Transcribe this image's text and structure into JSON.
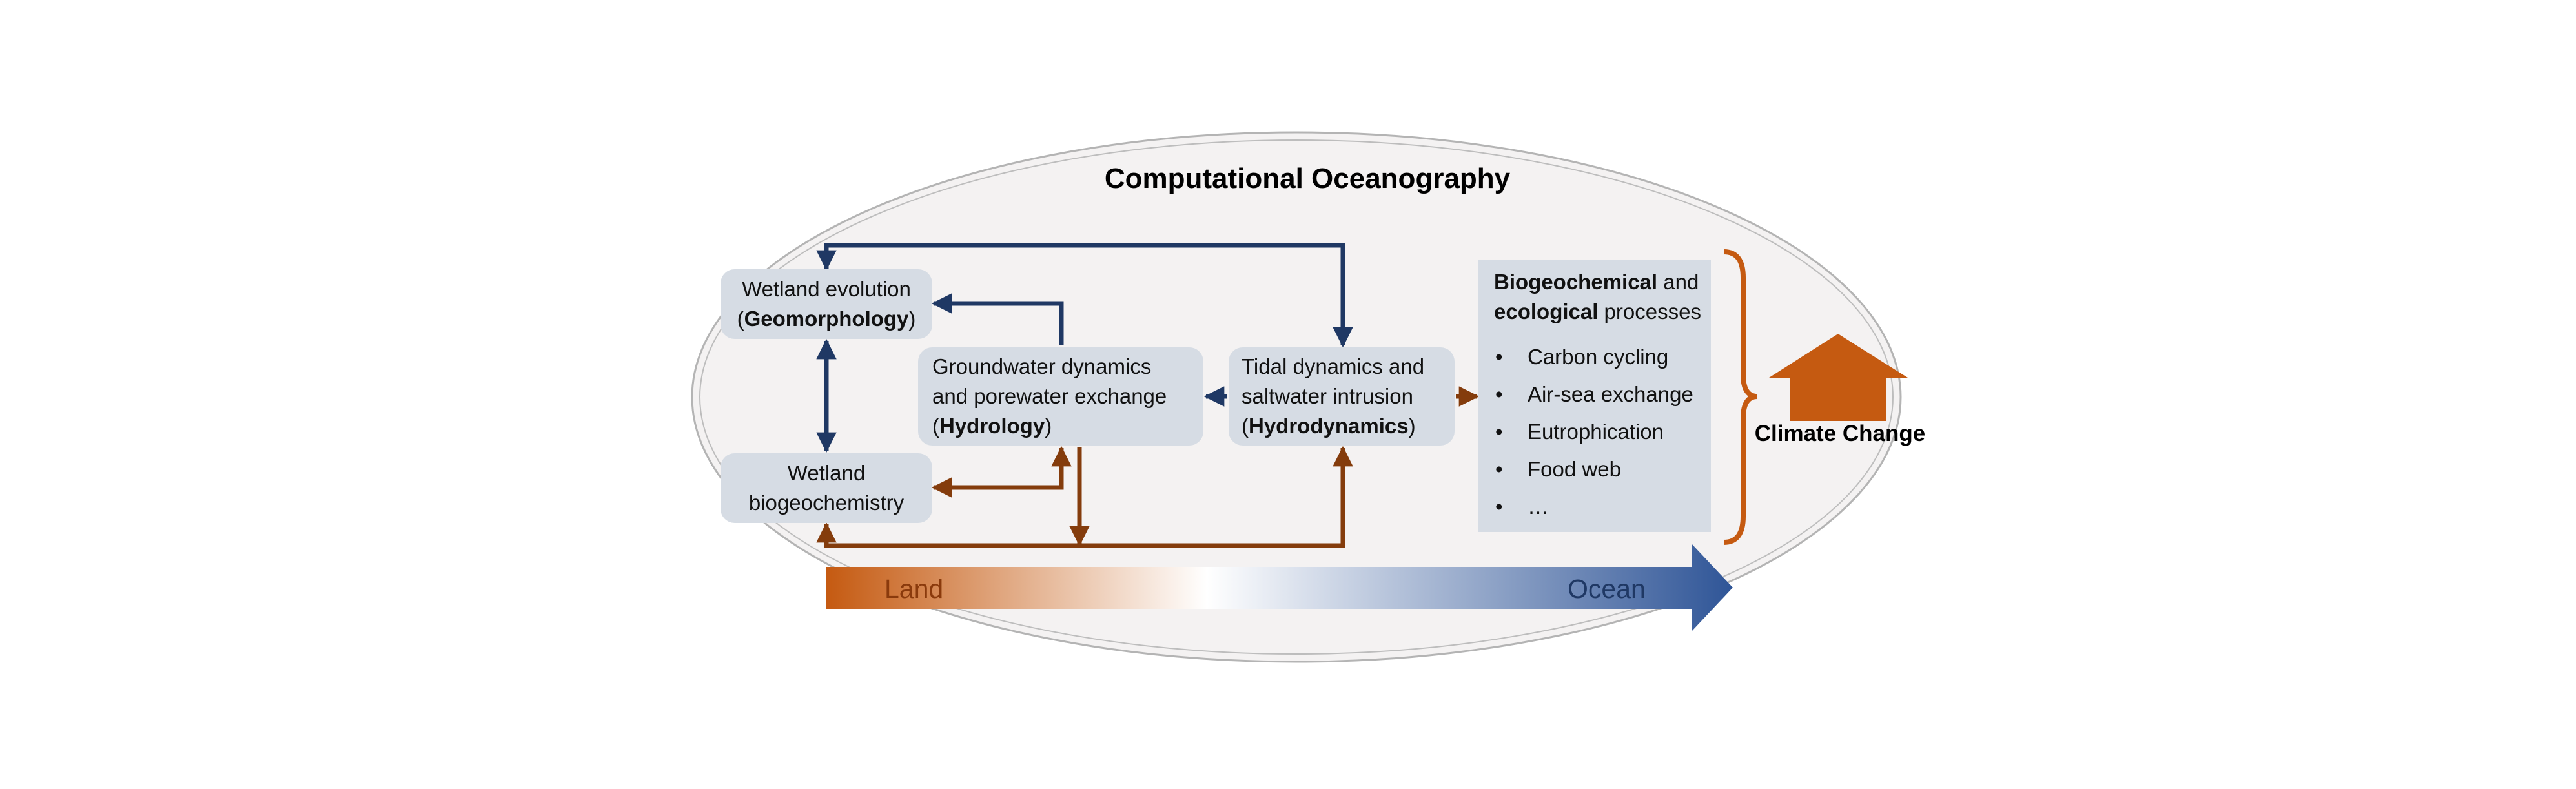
{
  "title": "Computational Oceanography",
  "boxes": {
    "geomorphology": {
      "line1": "Wetland evolution",
      "open": "(",
      "bold": "Geomorphology",
      "close": ")"
    },
    "biogeochemistry": {
      "line1": "Wetland",
      "line2": "biogeochemistry"
    },
    "hydrology": {
      "line1": "Groundwater dynamics",
      "line2": "and porewater exchange",
      "open": "(",
      "bold": "Hydrology",
      "close": ")"
    },
    "hydrodynamics": {
      "line1": "Tidal dynamics and",
      "line2": "saltwater intrusion",
      "open": "(",
      "bold": "Hydrodynamics",
      "close": ")"
    }
  },
  "processes_panel": {
    "head1_bold": "Biogeochemical",
    "head1_rest": " and",
    "head2_bold": "ecological",
    "head2_rest": " processes",
    "items": [
      "Carbon cycling",
      "Air-sea exchange",
      "Eutrophication",
      "Food web",
      "…"
    ]
  },
  "climate_label": "Climate Change",
  "gradient_arrow": {
    "left_label": "Land",
    "right_label": "Ocean"
  },
  "colors": {
    "navy_arrow": "#1f3864",
    "brown_arrow": "#843c0c",
    "orange": "#c55a11",
    "ocean_blue": "#2f5597",
    "box_fill": "#d6dce4",
    "ellipse_fill": "#f4f2f2",
    "land_text": "#8a3a0c",
    "ocean_text": "#1f3864"
  }
}
